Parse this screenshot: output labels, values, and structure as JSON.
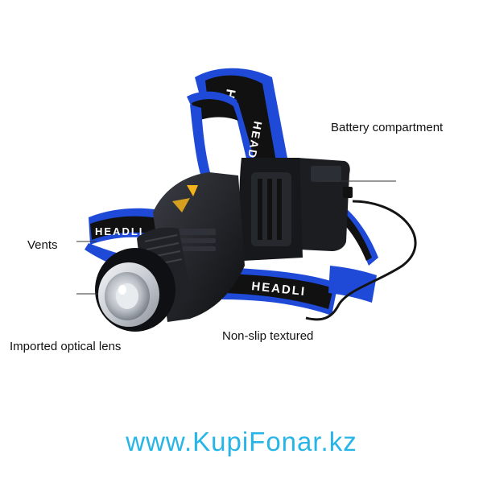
{
  "image": {
    "subject": "headlamp-product-photo",
    "background": "#ffffff",
    "colors": {
      "strap_blue": "#1f4ad8",
      "strap_black": "#111111",
      "body_dark": "#1c1e22",
      "lens_silver": "#cfd3d8",
      "watermark": "#27b5e8"
    }
  },
  "callouts": {
    "battery": "Battery compartment",
    "vents": "Vents",
    "lens": "Imported optical lens",
    "nonslip": "Non-slip textured"
  },
  "strap_text": {
    "top": "HEADLIG",
    "top_lower": "HEADLI",
    "left": "HEADLI",
    "right": "HEADLI"
  },
  "watermark": "www.KupiFonar.kz"
}
